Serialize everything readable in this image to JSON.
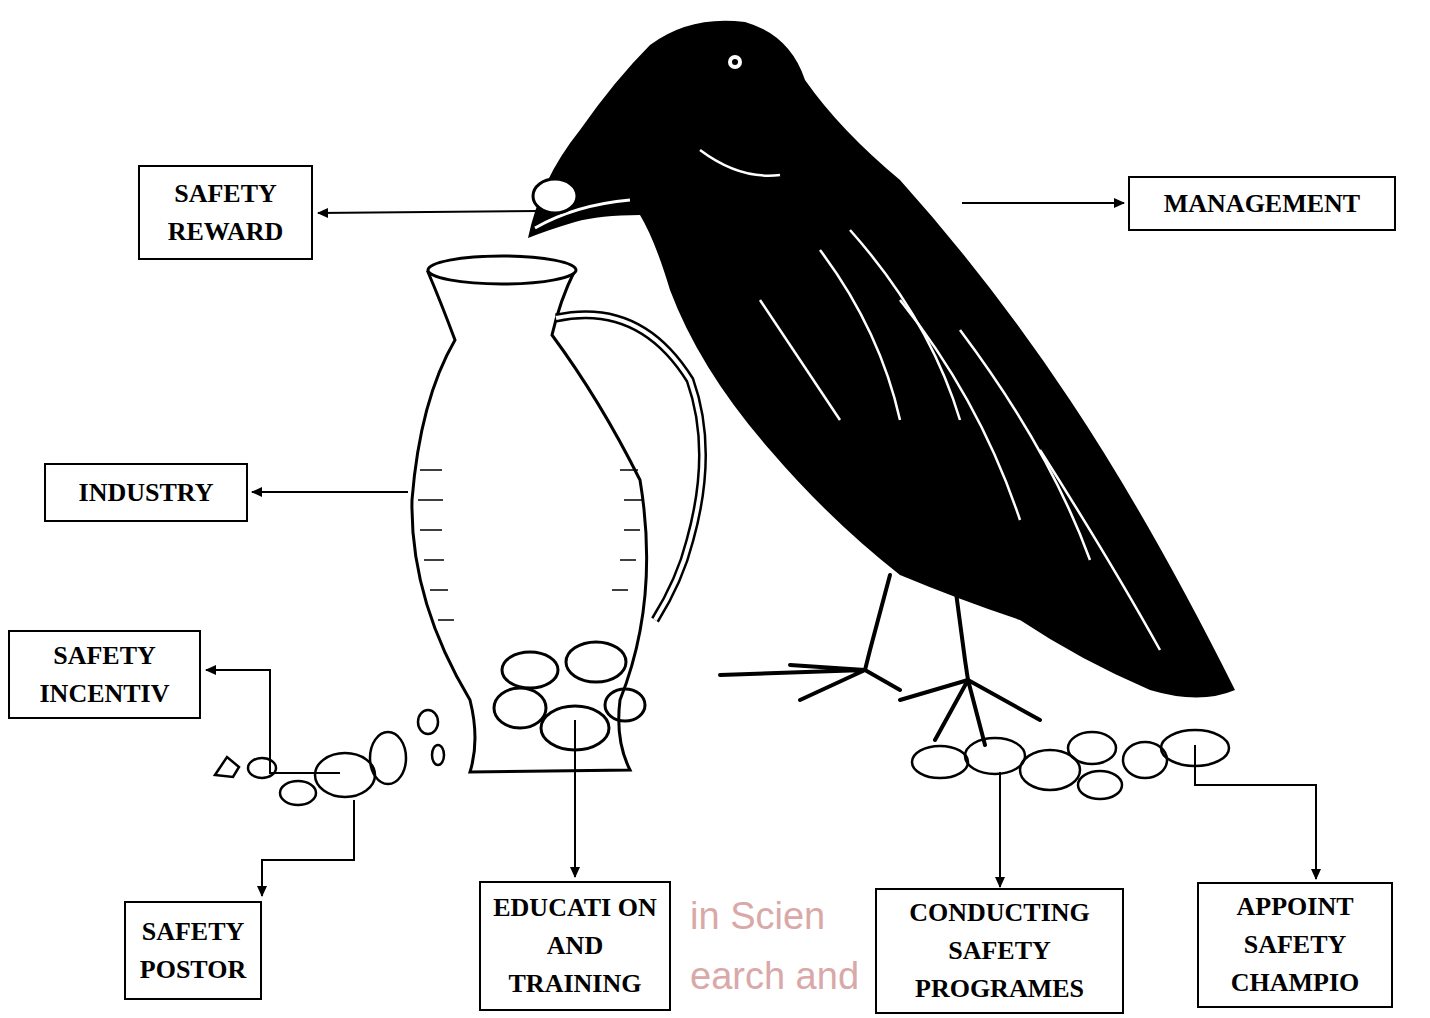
{
  "diagram": {
    "nodes": [
      {
        "text": [
          "SAFETY REWARD"
        ]
      },
      {
        "text": [
          "MANAGEMENT"
        ]
      },
      {
        "text": [
          "INDUSTRY"
        ]
      },
      {
        "text": [
          "SAFETY INCENTIV"
        ]
      },
      {
        "text": [
          "SAFETY POSTOR"
        ]
      },
      {
        "text": [
          "EDUCATI ON AND TRAINING"
        ]
      },
      {
        "text": [
          "CONDUCTING SAFETY PROGRAMES"
        ]
      },
      {
        "text": [
          "APPOINT SAFETY CHAMPIO"
        ]
      }
    ],
    "labels": [
      "in Scien",
      "earch and"
    ]
  }
}
